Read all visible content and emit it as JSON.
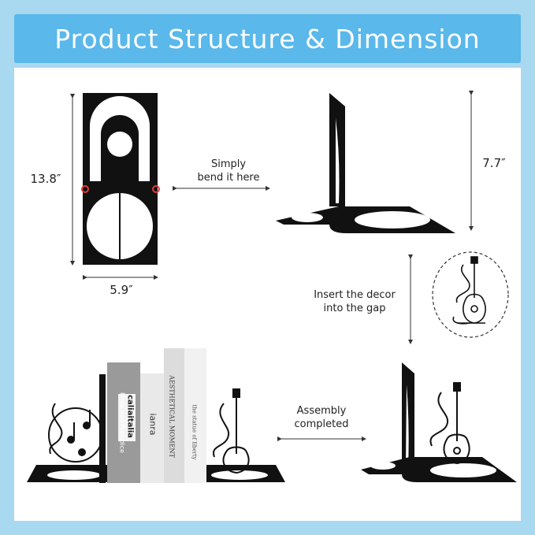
{
  "banner": {
    "title": "Product Structure & Dimension"
  },
  "dimensions": {
    "height": "13.8″",
    "width": "5.9″",
    "side_height": "7.7″"
  },
  "labels": {
    "bend_line1": "Simply",
    "bend_line2": "bend it here",
    "insert_line1": "Insert the decor",
    "insert_line2": "into the gap",
    "assembly_line1": "Assembly",
    "assembly_line2": "completed"
  },
  "books": [
    {
      "spine": "Pride and Prejudice"
    },
    {
      "spine": "caliaitalia"
    },
    {
      "spine": "ianra"
    },
    {
      "spine": "AESTHETICAL MOMENT"
    },
    {
      "spine": "the statue of liberty"
    }
  ],
  "colors": {
    "background": "#a9d8f1",
    "banner": "#5ab8ea",
    "metal": "#111111",
    "marker": "#e23b3b"
  }
}
